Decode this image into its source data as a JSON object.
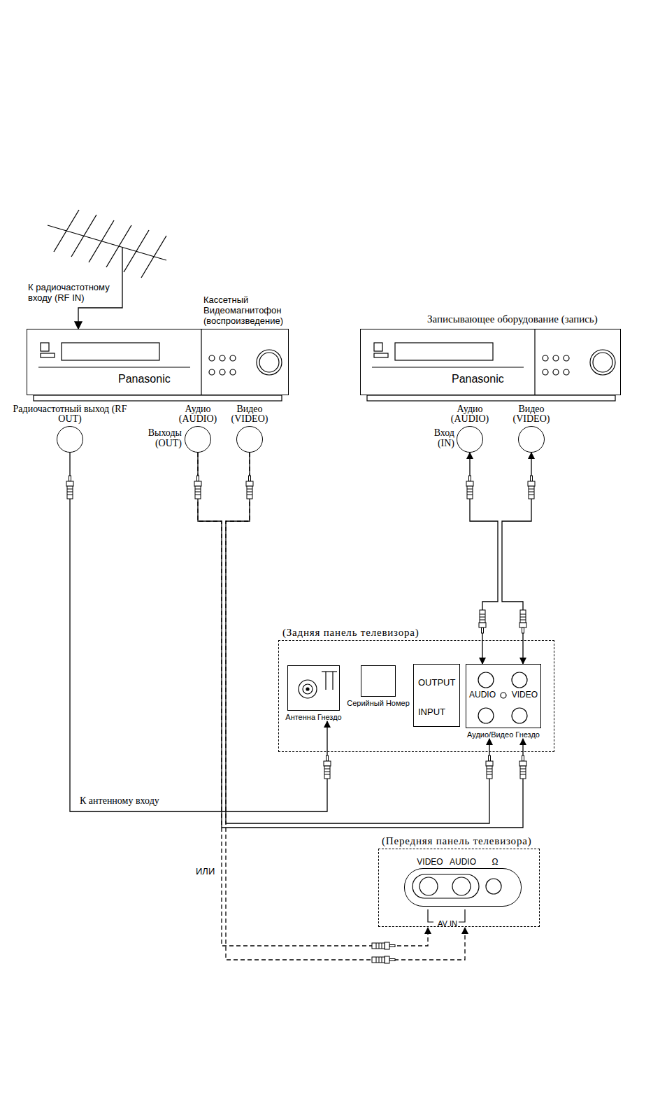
{
  "diagram": {
    "nodes": [
      {
        "text": [
          "Кассетный Видеомагнитофон (воспроизведение)",
          "Panasonic"
        ]
      },
      {
        "text": [
          "Записывающее оборудование (запись)",
          "Panasonic"
        ]
      },
      {
        "text": [
          "Радиочастотный выход (RF OUT)"
        ]
      },
      {
        "text": [
          "Аудио (AUDIO)"
        ]
      },
      {
        "text": [
          "Видео (VIDEO)"
        ]
      },
      {
        "text": [
          "Аудио (AUDIO)"
        ]
      },
      {
        "text": [
          "Видео (VIDEO)"
        ]
      },
      {
        "text": [
          "(Задняя панель телевизора)"
        ]
      },
      {
        "text": [
          "Антенна Гнездо"
        ],
        "in": 7
      },
      {
        "text": [
          "Серийный Номер"
        ],
        "in": 7
      },
      {
        "text": [
          "OUTPUT",
          "INPUT"
        ],
        "in": 7
      },
      {
        "text": [
          "AUDIO",
          "VIDEO",
          "Аудио/Видео Гнездо"
        ],
        "in": 7
      },
      {
        "text": [
          "(Передняя панель телевизора)"
        ]
      },
      {
        "text": [
          "VIDEO",
          "AUDIO",
          "Ω",
          "AV IN"
        ],
        "in": 12
      }
    ],
    "edges": [
      {
        "from": 2,
        "to": 8,
        "arrow": "to",
        "label": "К антенному входу"
      },
      {
        "from": 3,
        "to": 11,
        "arrow": "to"
      },
      {
        "from": 4,
        "to": 11,
        "arrow": "to"
      },
      {
        "from": 3,
        "to": 13,
        "arrow": "to"
      },
      {
        "from": 4,
        "to": 13,
        "arrow": "to"
      },
      {
        "from": 11,
        "to": 5,
        "arrow": "both"
      },
      {
        "from": 11,
        "to": 6,
        "arrow": "both"
      }
    ],
    "labels": [
      "К радиочастотному входу (RF IN)",
      "Выходы (OUT)",
      "Вход (IN)",
      "ИЛИ"
    ]
  }
}
